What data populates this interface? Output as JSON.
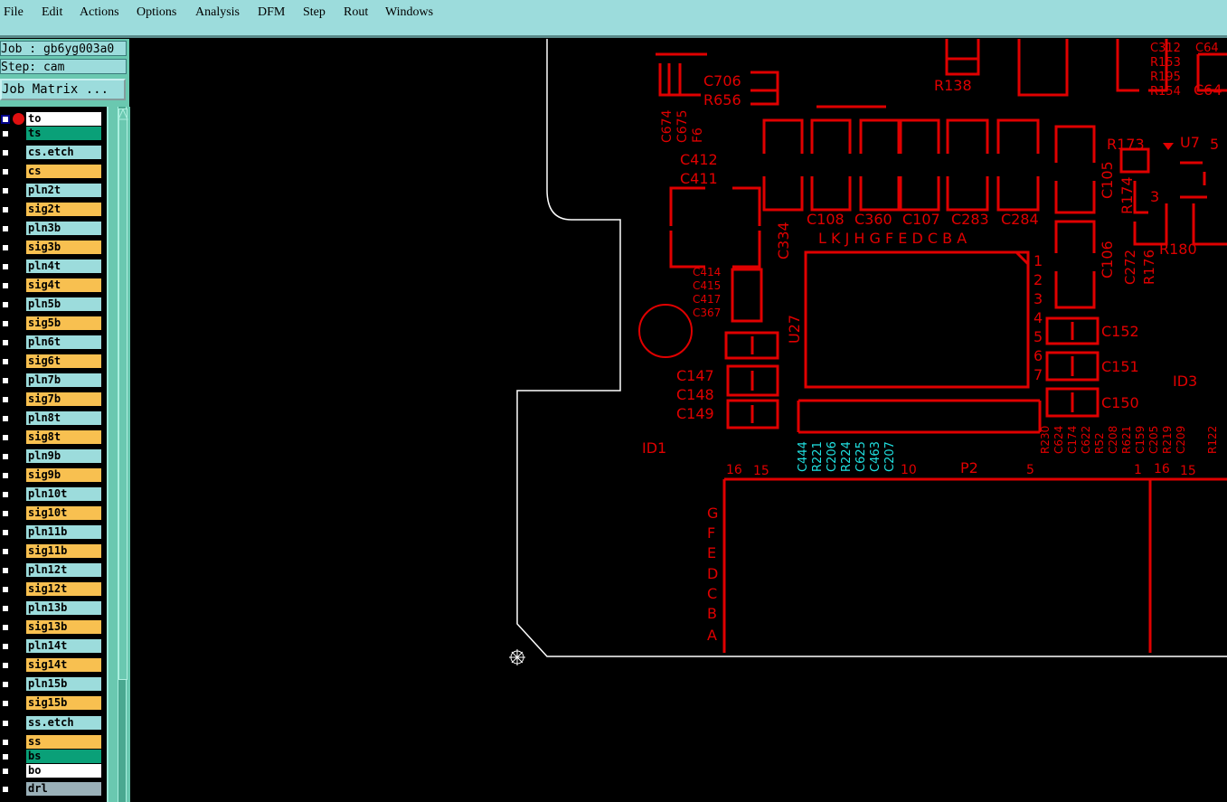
{
  "menu": [
    "File",
    "Edit",
    "Actions",
    "Options",
    "Analysis",
    "DFM",
    "Step",
    "Rout",
    "Windows"
  ],
  "job": "Job : gb6yg003a0",
  "step": "Step: cam",
  "job_matrix": "Job Matrix ...",
  "layers": [
    {
      "name": "to",
      "color": "#ffffff"
    },
    {
      "name": "ts",
      "color": "#0aa078"
    },
    {
      "name": "cs.etch",
      "color": "#9cdcdc"
    },
    {
      "name": "cs",
      "color": "#f8c050"
    },
    {
      "name": "pln2t",
      "color": "#9cdcdc"
    },
    {
      "name": "sig2t",
      "color": "#f8c050"
    },
    {
      "name": "pln3b",
      "color": "#9cdcdc"
    },
    {
      "name": "sig3b",
      "color": "#f8c050"
    },
    {
      "name": "pln4t",
      "color": "#9cdcdc"
    },
    {
      "name": "sig4t",
      "color": "#f8c050"
    },
    {
      "name": "pln5b",
      "color": "#9cdcdc"
    },
    {
      "name": "sig5b",
      "color": "#f8c050"
    },
    {
      "name": "pln6t",
      "color": "#9cdcdc"
    },
    {
      "name": "sig6t",
      "color": "#f8c050"
    },
    {
      "name": "pln7b",
      "color": "#9cdcdc"
    },
    {
      "name": "sig7b",
      "color": "#f8c050"
    },
    {
      "name": "pln8t",
      "color": "#9cdcdc"
    },
    {
      "name": "sig8t",
      "color": "#f8c050"
    },
    {
      "name": "pln9b",
      "color": "#9cdcdc"
    },
    {
      "name": "sig9b",
      "color": "#f8c050"
    },
    {
      "name": "pln10t",
      "color": "#9cdcdc"
    },
    {
      "name": "sig10t",
      "color": "#f8c050"
    },
    {
      "name": "pln11b",
      "color": "#9cdcdc"
    },
    {
      "name": "sig11b",
      "color": "#f8c050"
    },
    {
      "name": "pln12t",
      "color": "#9cdcdc"
    },
    {
      "name": "sig12t",
      "color": "#f8c050"
    },
    {
      "name": "pln13b",
      "color": "#9cdcdc"
    },
    {
      "name": "sig13b",
      "color": "#f8c050"
    },
    {
      "name": "pln14t",
      "color": "#9cdcdc"
    },
    {
      "name": "sig14t",
      "color": "#f8c050"
    },
    {
      "name": "pln15b",
      "color": "#9cdcdc"
    },
    {
      "name": "sig15b",
      "color": "#f8c050"
    },
    {
      "name": "ss.etch",
      "color": "#9cdcdc"
    },
    {
      "name": "ss",
      "color": "#f8c050"
    },
    {
      "name": "bs",
      "color": "#0aa078"
    },
    {
      "name": "bo",
      "color": "#ffffff"
    },
    {
      "name": "drl",
      "color": "#9ab0b8"
    }
  ],
  "board": {
    "labels": [
      "C706",
      "R656",
      "R138",
      "C312",
      "R153",
      "R195",
      "R154",
      "C64",
      "R173",
      "U7",
      "C412",
      "C411",
      "C108",
      "C360",
      "C107",
      "C283",
      "C284",
      "L K J H G F E D C B A",
      "C414",
      "C415",
      "C417",
      "C367",
      "C152",
      "C151",
      "C150",
      "C147",
      "C148",
      "C149",
      "ID1",
      "ID3",
      "R180",
      "P2",
      "16",
      "15",
      "10",
      "5",
      "1",
      "16",
      "15",
      "1",
      "2",
      "3",
      "4",
      "5",
      "6",
      "7",
      "G",
      "F",
      "E",
      "D",
      "C",
      "B",
      "A",
      "C64",
      "5",
      "3"
    ],
    "vlabels": [
      "C674",
      "C675",
      "F6",
      "C334",
      "U27",
      "C105",
      "R174",
      "C106",
      "C272",
      "R176"
    ],
    "cyan_labels": [
      "C444",
      "R221",
      "C206",
      "R224",
      "C625",
      "C463",
      "C207"
    ],
    "bottom_labels": [
      "R230",
      "C624",
      "C174",
      "C622",
      "R52",
      "C208",
      "R621",
      "C159",
      "C205",
      "R219",
      "C209",
      "R122"
    ],
    "colors": {
      "copper": "#e00000",
      "outline": "#ffffff",
      "highlight": "#20e0e0"
    }
  }
}
